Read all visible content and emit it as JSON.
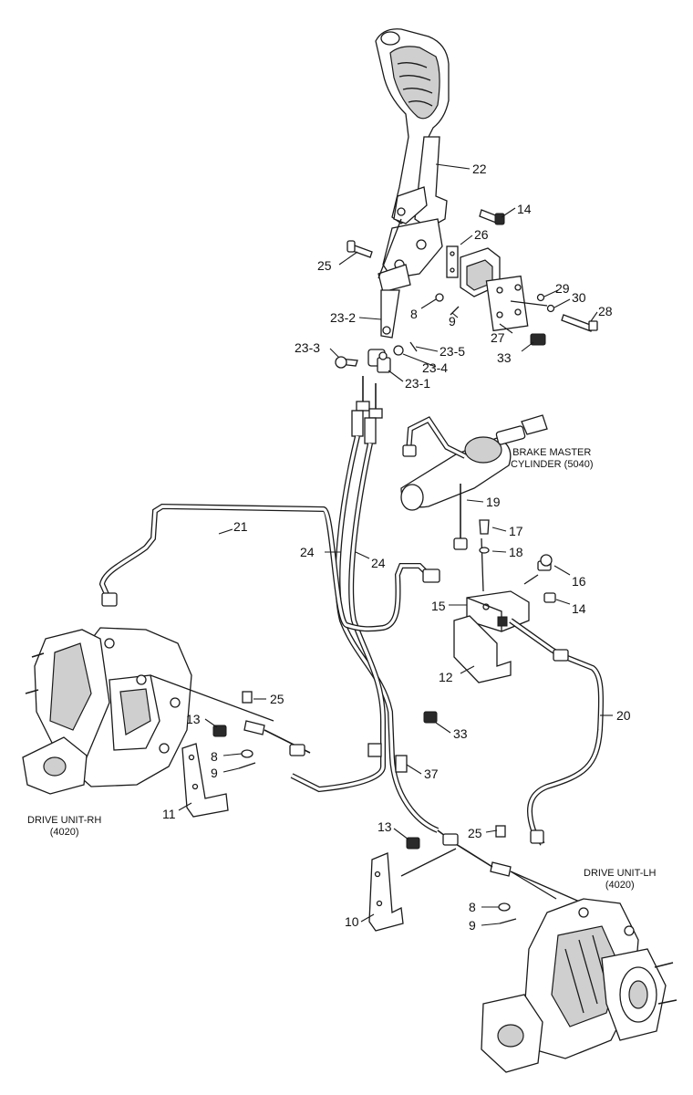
{
  "callouts": {
    "c22": "22",
    "c14a": "14",
    "c26": "26",
    "c25a": "25",
    "c29": "29",
    "c30": "30",
    "c28": "28",
    "c8a": "8",
    "c9a": "9",
    "c232": "23-2",
    "c27": "27",
    "c233": "23-3",
    "c235": "23-5",
    "c234": "23-4",
    "c33a": "33",
    "c231": "23-1",
    "c19": "19",
    "c21": "21",
    "c17": "17",
    "c24a": "24",
    "c24b": "24",
    "c18": "18",
    "c16": "16",
    "c15": "15",
    "c14b": "14",
    "c12": "12",
    "c25b": "25",
    "c20": "20",
    "c13a": "13",
    "c33b": "33",
    "c8b": "8",
    "c9b": "9",
    "c37": "37",
    "c11": "11",
    "c13b": "13",
    "c25c": "25",
    "c10": "10",
    "c8c": "8",
    "c9c": "9"
  },
  "captions": {
    "master_cylinder": [
      "BRAKE MASTER",
      "CYLINDER (5040)"
    ],
    "drive_unit_rh": [
      "DRIVE UNIT-RH",
      "(4020)"
    ],
    "drive_unit_lh": [
      "DRIVE UNIT-LH",
      "(4020)"
    ]
  }
}
